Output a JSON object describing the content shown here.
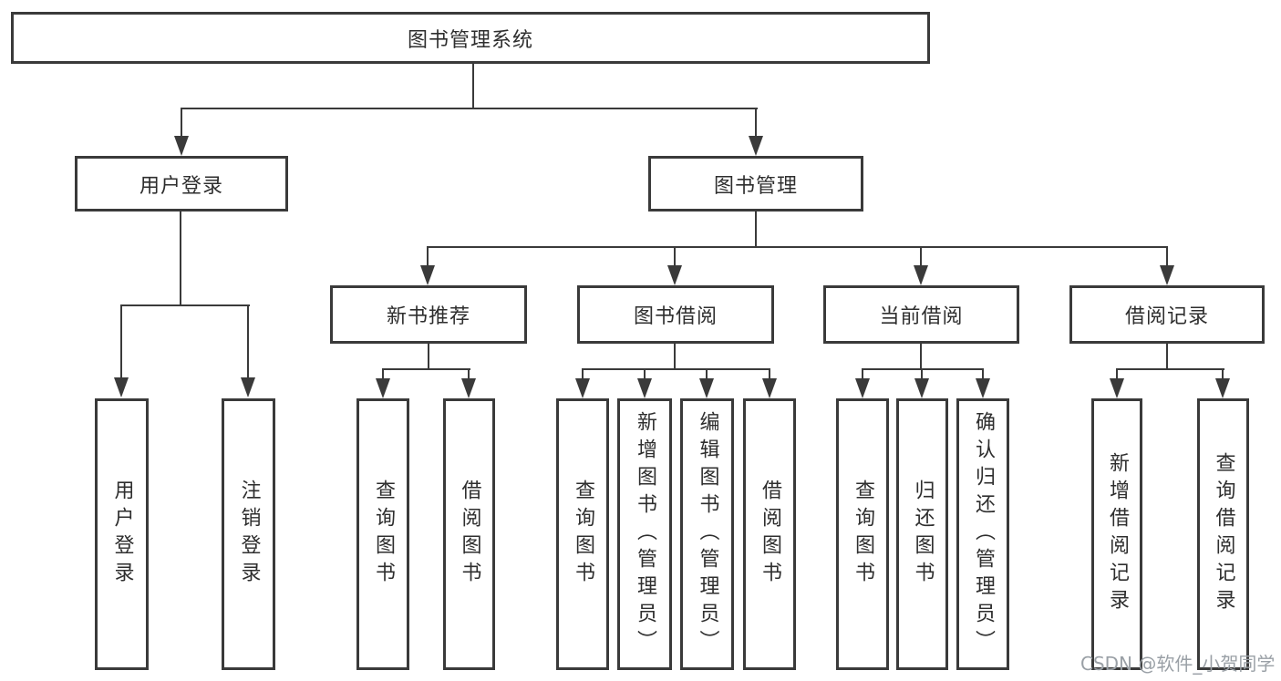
{
  "diagram": {
    "root": {
      "label": "图书管理系统"
    },
    "branches": [
      {
        "label": "用户登录",
        "children": [
          {
            "label": "用户登录"
          },
          {
            "label": "注销登录"
          }
        ]
      },
      {
        "label": "图书管理",
        "children": [
          {
            "label": "新书推荐",
            "children": [
              {
                "label": "查询图书"
              },
              {
                "label": "借阅图书"
              }
            ]
          },
          {
            "label": "图书借阅",
            "children": [
              {
                "label": "查询图书"
              },
              {
                "label": "新增图书（管理员）"
              },
              {
                "label": "编辑图书（管理员）"
              },
              {
                "label": "借阅图书"
              }
            ]
          },
          {
            "label": "当前借阅",
            "children": [
              {
                "label": "查询图书"
              },
              {
                "label": "归还图书"
              },
              {
                "label": "确认归还（管理员）"
              }
            ]
          },
          {
            "label": "借阅记录",
            "children": [
              {
                "label": "新增借阅记录"
              },
              {
                "label": "查询借阅记录"
              }
            ]
          }
        ]
      }
    ]
  },
  "watermark": {
    "text": "CSDN @软件_小贺同学"
  },
  "colors": {
    "line": "#3a3a3a",
    "text": "#2e2e2e",
    "background": "#ffffff",
    "watermark": "#9aa0a6"
  }
}
